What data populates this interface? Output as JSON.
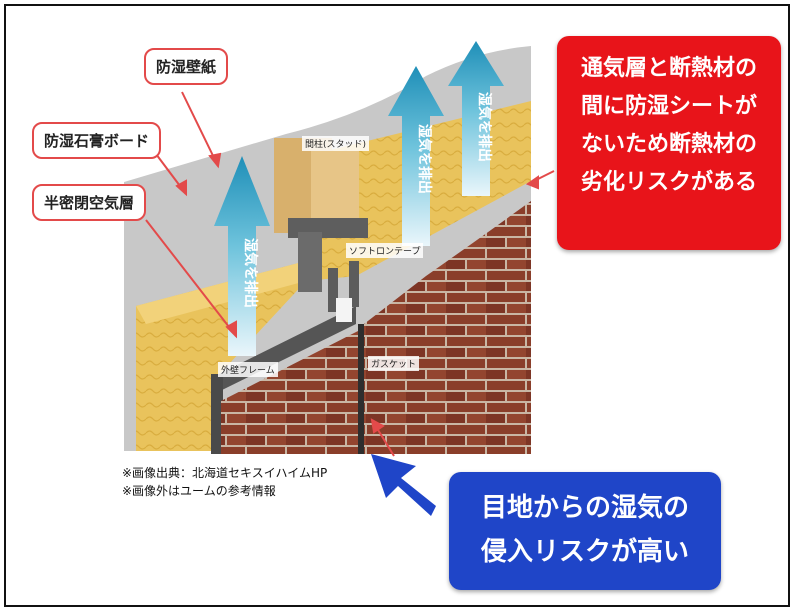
{
  "labels": {
    "wallpaper": "防湿壁紙",
    "gypsum_board": "防湿石膏ボード",
    "air_layer": "半密閉空気層"
  },
  "tags": {
    "stud": "間柱(スタッド)",
    "tape": "ソフトロンテープ",
    "frame": "外壁フレーム",
    "gasket": "ガスケット"
  },
  "arrows": {
    "vent_text": "湿気を排出"
  },
  "callouts": {
    "red_lines": [
      "通気層と断熱材の",
      "間に防湿シートが",
      "ないため断熱材の",
      "劣化リスクがある"
    ],
    "blue_lines": [
      "目地からの湿気の",
      "侵入リスクが高い"
    ]
  },
  "notes": {
    "source": "※画像出典：北海道セキスイハイムHP",
    "other": "※画像外はユームの参考情報"
  },
  "colors": {
    "callout_red": "#e8141a",
    "callout_blue": "#1f45c8",
    "label_border": "#e34a4a",
    "brick": "#8a3e2a",
    "insulation": "#e8c25a",
    "arrow_teal": "#3aa6c8"
  }
}
